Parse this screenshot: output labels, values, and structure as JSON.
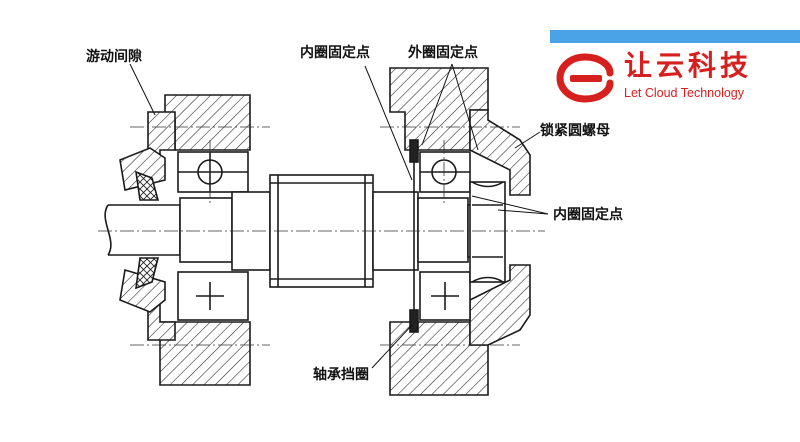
{
  "brand": {
    "name_cn": "让云科技",
    "name_en": "Let Cloud Technology",
    "bar_color": "#4aa3e6",
    "text_color": "#d62020",
    "logo_icon": "let-cloud-logo-icon"
  },
  "labels": {
    "float_clearance": "游动间隙",
    "inner_ring_fixed_point_top": "内圈固定点",
    "outer_ring_fixed_point": "外圈固定点",
    "lock_round_nut": "锁紧圆螺母",
    "inner_ring_fixed_point_right": "内圈固定点",
    "bearing_retaining_ring": "轴承挡圈"
  }
}
